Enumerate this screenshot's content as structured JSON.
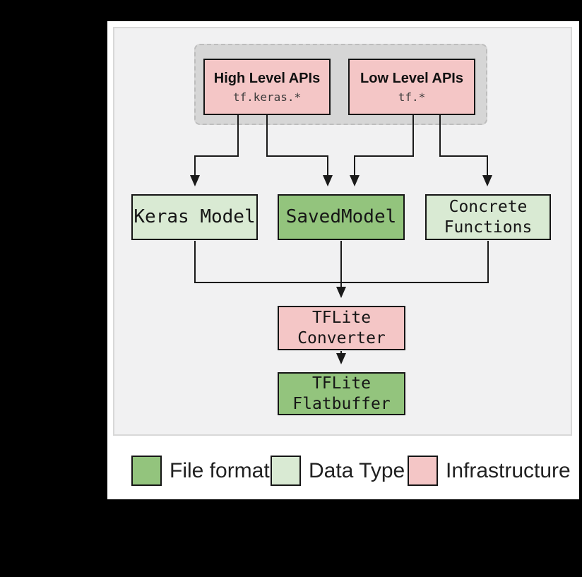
{
  "diagram": {
    "api_group": {
      "high": {
        "title": "High Level APIs",
        "code": "tf.keras.*"
      },
      "low": {
        "title": "Low Level APIs",
        "code": "tf.*"
      }
    },
    "nodes": {
      "keras_model": {
        "label": "Keras Model",
        "type": "data_type"
      },
      "saved_model": {
        "label": "SavedModel",
        "type": "file_format"
      },
      "concrete_functions": {
        "label": "Concrete\nFunctions",
        "type": "data_type"
      },
      "tflite_converter": {
        "label": "TFLite\nConverter",
        "type": "infrastructure"
      },
      "tflite_flatbuffer": {
        "label": "TFLite\nFlatbuffer",
        "type": "file_format"
      }
    },
    "edges": [
      "high-level-apis -> keras-model",
      "high-level-apis -> saved-model",
      "low-level-apis -> saved-model",
      "low-level-apis -> concrete-functions",
      "keras-model -> tflite-converter",
      "saved-model -> tflite-converter",
      "concrete-functions -> tflite-converter",
      "tflite-converter -> tflite-flatbuffer"
    ]
  },
  "legend": {
    "items": [
      {
        "label": "File format",
        "color": "#93c47d"
      },
      {
        "label": "Data Type",
        "color": "#d9ead3"
      },
      {
        "label": "Infrastructure",
        "color": "#f4c6c6"
      }
    ]
  },
  "colors": {
    "file_format_green": "#93c47d",
    "data_type_light_green": "#d9ead3",
    "infrastructure_pink": "#f4c6c6",
    "group_fill_gray": "#d6d6d6",
    "panel_gray": "#f1f1f2",
    "line_black": "#1a1a1a"
  }
}
